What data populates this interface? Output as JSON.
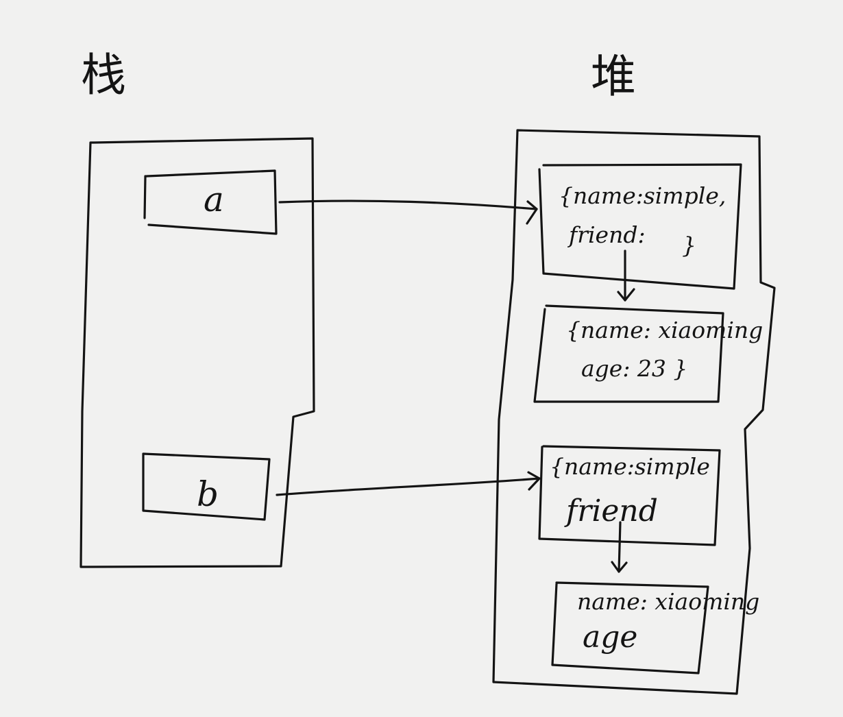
{
  "titles": {
    "stack": "栈",
    "heap": "堆"
  },
  "stack": {
    "vars": [
      "a",
      "b"
    ]
  },
  "heap": {
    "objects": [
      {
        "line1": "{name:simple,",
        "line2": "friend:",
        "close": "}"
      },
      {
        "line1": "{name: xiaoming",
        "line2": "age: 23 }"
      },
      {
        "line1": "{name:simple",
        "line2": "friend"
      },
      {
        "line1": "name: xiaoming",
        "line2": "age"
      }
    ]
  }
}
